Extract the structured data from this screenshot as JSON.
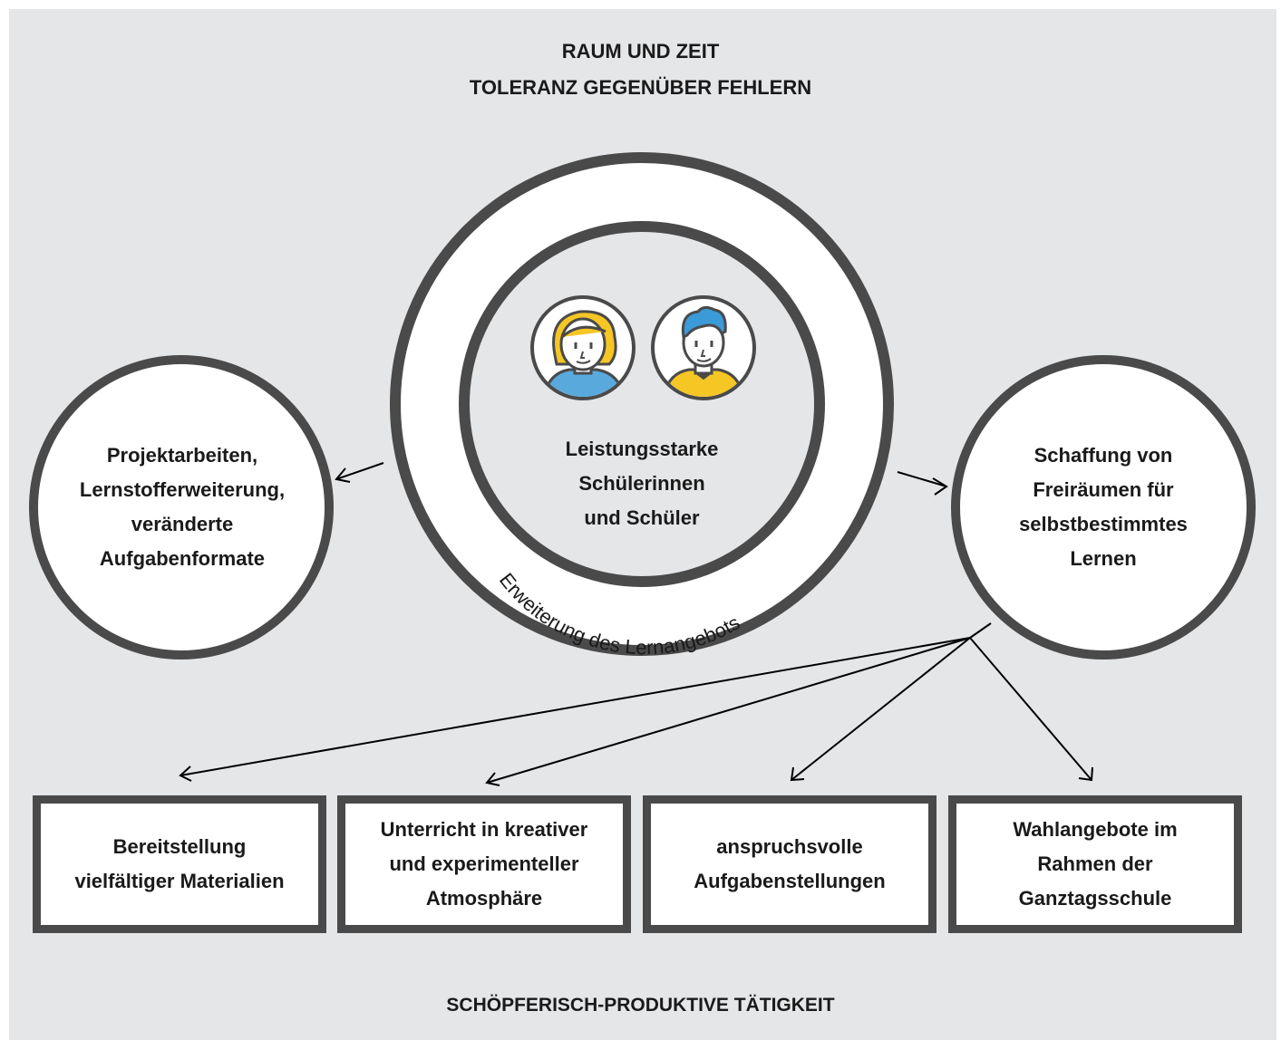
{
  "header": {
    "line1": "RAUM UND ZEIT",
    "line2": "TOLERANZ GEGENÜBER FEHLERN"
  },
  "center": {
    "lines": [
      "Leistungsstarke",
      "Schülerinnen",
      "und Schüler"
    ],
    "ring_label": "Erweiterung des Lernangebots",
    "icons": [
      "female-student-icon",
      "male-student-icon"
    ]
  },
  "left_node": {
    "lines": [
      "Projektarbeiten,",
      "Lernstofferweiterung,",
      "veränderte",
      "Aufgabenformate"
    ]
  },
  "right_node": {
    "lines": [
      "Schaffung von",
      "Freiräumen für",
      "selbstbestimmtes",
      "Lernen"
    ]
  },
  "boxes": [
    {
      "lines": [
        "Bereitstellung",
        "vielfältiger Materialien"
      ]
    },
    {
      "lines": [
        "Unterricht in kreativer",
        "und experimenteller",
        "Atmosphäre"
      ]
    },
    {
      "lines": [
        "anspruchsvolle",
        "Aufgabenstellungen"
      ]
    },
    {
      "lines": [
        "Wahlangebote im",
        "Rahmen der",
        "Ganztagsschule"
      ]
    }
  ],
  "footer": "SCHÖPFERISCH-PRODUKTIVE TÄTIGKEIT",
  "colors": {
    "background": "#e5e6e8",
    "stroke": "#4a4a4a",
    "hair_female": "#f6c625",
    "shirt_female": "#5aa9dd",
    "hair_male": "#3b9ad8",
    "shirt_male": "#f6c625"
  }
}
